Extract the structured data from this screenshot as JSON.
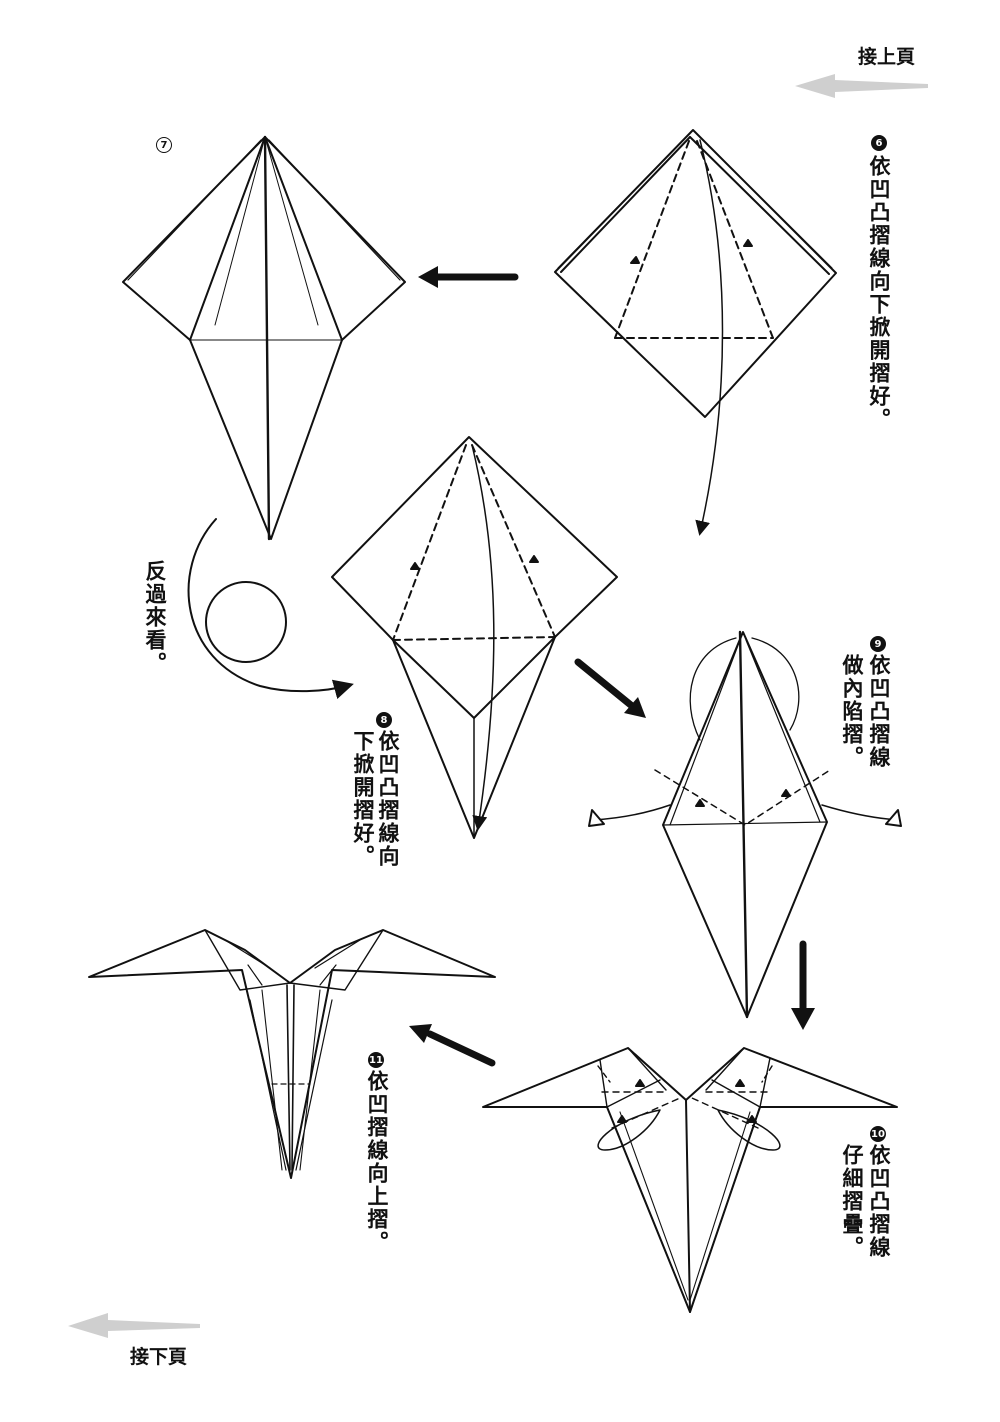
{
  "nav": {
    "prev_label": "接上頁",
    "next_label": "接下頁"
  },
  "steps": {
    "s6": {
      "num": "6",
      "text": "依凹凸摺線向下掀開摺好。"
    },
    "s7": {
      "num": "7"
    },
    "s8": {
      "num": "8",
      "text": "依凹凸摺線向下掀開摺好。"
    },
    "s9": {
      "num": "9",
      "text_a": "依凹凸摺線",
      "text_b": "做內陷摺。"
    },
    "s10": {
      "num": "10",
      "text_a": "依凹凸摺線",
      "text_b": "仔細摺疊。"
    },
    "s11": {
      "num": "11",
      "text": "依凹摺線向上摺。"
    }
  },
  "flip": {
    "text": "反過來看。"
  },
  "colors": {
    "line": "#111111",
    "nav_arrow": "#cccccc"
  }
}
